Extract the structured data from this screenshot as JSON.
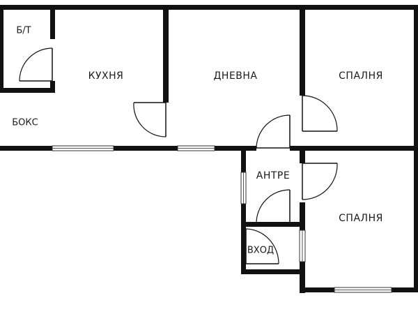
{
  "plan": {
    "rooms": [
      {
        "id": "bt",
        "label": "Б/Т"
      },
      {
        "id": "kitchen",
        "label": "КУХНЯ"
      },
      {
        "id": "box",
        "label": "БОКС"
      },
      {
        "id": "living",
        "label": "ДНЕВНА"
      },
      {
        "id": "bedroom1",
        "label": "СПАЛНЯ"
      },
      {
        "id": "hall",
        "label": "АНТРЕ"
      },
      {
        "id": "bedroom2",
        "label": "СПАЛНЯ"
      },
      {
        "id": "entrance",
        "label": "ВХОД"
      }
    ],
    "colors": {
      "wall": "#111111",
      "background": "#ffffff",
      "text": "#1a1a1a"
    }
  }
}
